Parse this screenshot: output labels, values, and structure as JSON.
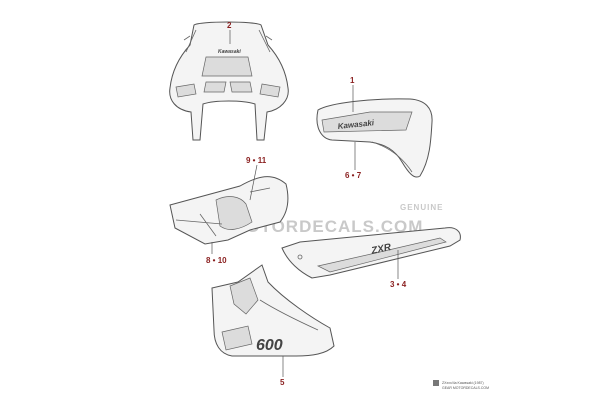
{
  "callouts": {
    "part_1": "1",
    "part_2": "2",
    "part_5": "5",
    "part_6_7": "6 • 7",
    "part_8_10": "8 • 10",
    "part_9_11": "9 • 11",
    "part_3_4": "3 • 4"
  },
  "decals": {
    "upper_cowl_logo": "Kawasaki",
    "side_cowl_logo": "Kawasaki",
    "under_cowl_model": "ZXR",
    "lower_fairing_model": "600"
  },
  "watermark": {
    "word_top": "GENUINE",
    "word_main": "GEARMOTORDECALS.COM"
  },
  "footer": {
    "line1": "ZXxxx/4a  Kawasaki  (1987)",
    "line2": "GEAR MOTORDECALS.COM"
  },
  "colors": {
    "callout": "#8a1f1f",
    "outline": "#555555",
    "watermark": "#c9c9c9"
  }
}
